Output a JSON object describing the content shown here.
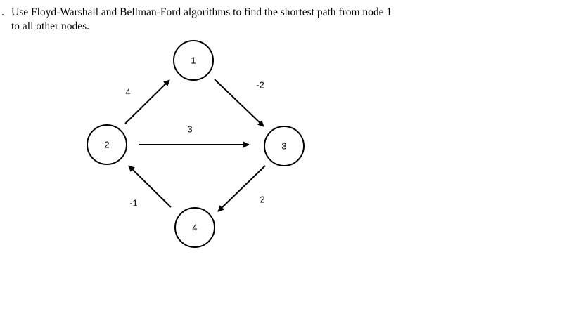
{
  "question": {
    "number": ".",
    "line1": "Use Floyd-Warshall and Bellman-Ford algorithms to find the shortest path from node 1",
    "line2": "to all other nodes."
  },
  "graph": {
    "nodes": [
      {
        "id": "1",
        "label": "1"
      },
      {
        "id": "2",
        "label": "2"
      },
      {
        "id": "3",
        "label": "3"
      },
      {
        "id": "4",
        "label": "4"
      }
    ],
    "edges": [
      {
        "from": "2",
        "to": "1",
        "weight": "4"
      },
      {
        "from": "1",
        "to": "3",
        "weight": "-2"
      },
      {
        "from": "2",
        "to": "3",
        "weight": "3"
      },
      {
        "from": "3",
        "to": "4",
        "weight": "2"
      },
      {
        "from": "4",
        "to": "2",
        "weight": "-1"
      }
    ]
  }
}
